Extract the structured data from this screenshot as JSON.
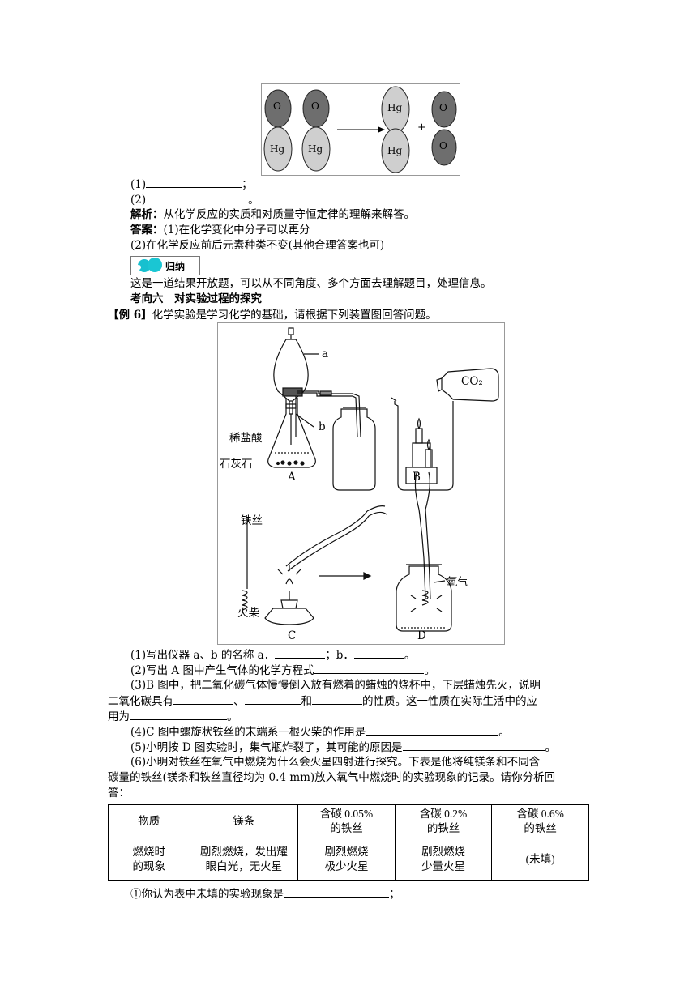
{
  "molecule_figure": {
    "left_molecules": [
      {
        "top": "O",
        "bottom": "Hg"
      },
      {
        "top": "O",
        "bottom": "Hg"
      }
    ],
    "product_mercury": {
      "top": "Hg",
      "bottom": "Hg"
    },
    "plus": "+",
    "product_oxygen": {
      "top": "O",
      "bottom": "O"
    }
  },
  "q1": "(1)",
  "q1_end": "；",
  "q2": "(2)",
  "q2_end": "。",
  "analysis_label": "解析：",
  "analysis_text": "从化学反应的实质和对质量守恒定律的理解来解答。",
  "answer_label": "答案：",
  "answer_1": "(1)在化学变化中分子可以再分",
  "answer_2": "(2)在化学反应前后元素种类不变(其他合理答案也可)",
  "summary_badge": "归纳",
  "summary_text": "这是一道结果开放题，可以从不同角度、多个方面去理解题目，处理信息。",
  "section_title": "考向六　对实验过程的探究",
  "example_label": "【例 6】",
  "example_text": "化学实验是学习化学的基础，请根据下列装置图回答问题。",
  "apparatus": {
    "label_a": "a",
    "label_b": "b",
    "acid": "稀盐酸",
    "limestone": "石灰石",
    "fig_A": "A",
    "fig_B": "B",
    "co2": "CO₂",
    "wire": "铁丝",
    "match": "火柴",
    "fig_C": "C",
    "fig_D": "D",
    "oxygen": "氧气"
  },
  "questions": {
    "p1_a": "(1)写出仪器 a、b 的名称 a．",
    "p1_b": "；b．",
    "p1_end": "。",
    "p2": "(2)写出 A 图中产生气体的化学方程式",
    "p2_end": "。",
    "p3_a": "(3)B 图中，把二氧化碳气体慢慢倒入放有燃着的蜡烛的烧杯中，下层蜡烛先灭，说明",
    "p3_b": "二氧化碳具有",
    "p3_sep1": "、",
    "p3_sep2": "和",
    "p3_c": "的性质。这一性质在实际生活中的应",
    "p3_d": "用为",
    "p3_end": "。",
    "p4": "(4)C 图中螺旋状铁丝的末端系一根火柴的作用是",
    "p4_end": "。",
    "p5": "(5)小明按 D 图实验时，集气瓶炸裂了，其可能的原因是",
    "p5_end": "。",
    "p6_a": "(6)小明对铁丝在氧气中燃烧为什么会火星四射进行探究。下表是他将纯镁条和不同含",
    "p6_b": "碳量的铁丝(镁条和铁丝直径均为 0.4 mm)放入氧气中燃烧时的实验现象的记录。请你分析回",
    "p6_c": "答："
  },
  "table": {
    "headers": [
      "物质",
      "镁条",
      "含碳 0.05%\n的铁丝",
      "含碳 0.2%\n的铁丝",
      "含碳 0.6%\n的铁丝"
    ],
    "row": [
      "燃烧时\n的现象",
      "剧烈燃烧，发出耀\n眼白光，无火星",
      "剧烈燃烧\n极少火星",
      "剧烈燃烧\n少量火星",
      "(未填)"
    ]
  },
  "last_q": "①你认为表中未填的实验现象是",
  "last_q_end": "；"
}
